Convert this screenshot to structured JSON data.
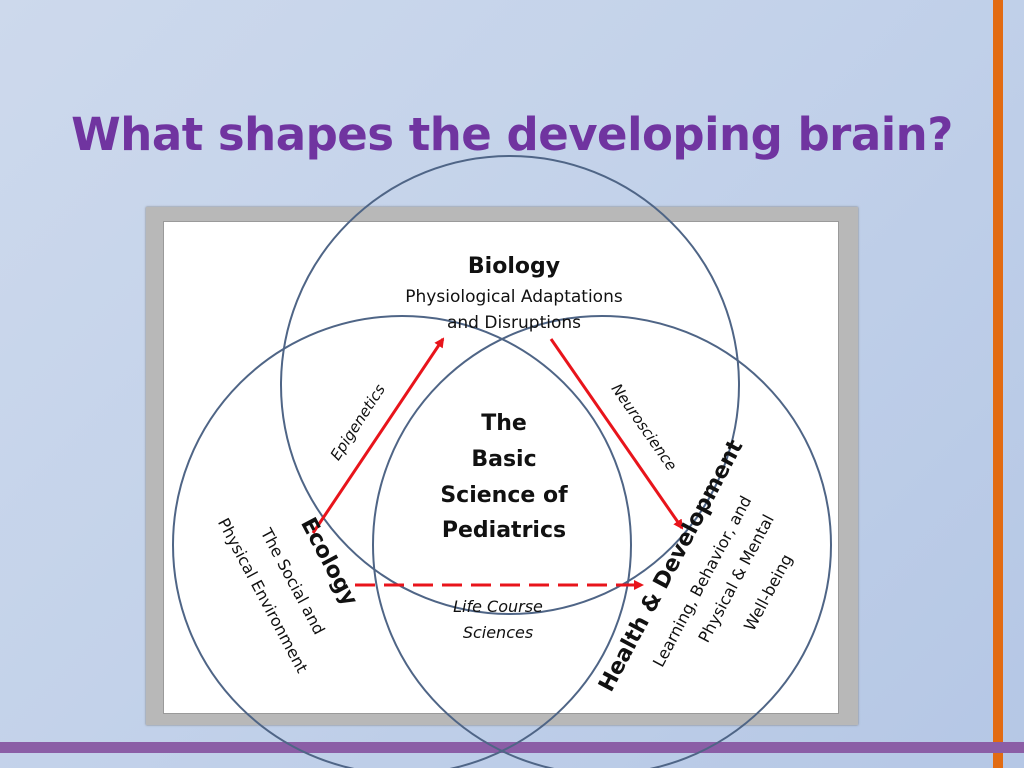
{
  "slide": {
    "title": "What shapes the developing brain?",
    "accent_orange": "#e26b12",
    "accent_purple": "#8b5ea6",
    "title_color": "#7034a0"
  },
  "diagram": {
    "circle_color": "#4f6586",
    "arrow_color": "#e8141b",
    "biology": {
      "heading": "Biology",
      "line1": "Physiological Adaptations",
      "line2": "and Disruptions"
    },
    "center": {
      "line1": "The",
      "line2": "Basic",
      "line3": "Science of",
      "line4": "Pediatrics"
    },
    "ecology": {
      "heading": "Ecology",
      "line1": "The Social and",
      "line2": "Physical Environment"
    },
    "health": {
      "heading": "Health & Development",
      "line1": "Learning, Behavior, and",
      "line2": "Physical & Mental",
      "line3": "Well-being"
    },
    "arrows": {
      "left_label": "Epigenetics",
      "right_label": "Neuroscience",
      "bottom_line1": "Life Course",
      "bottom_line2": "Sciences"
    }
  }
}
